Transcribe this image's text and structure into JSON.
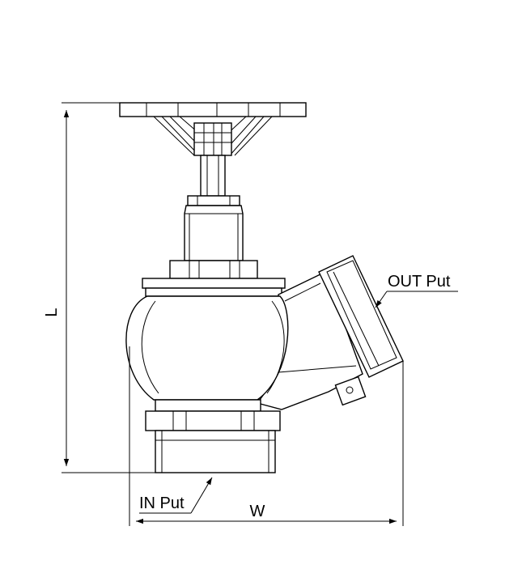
{
  "labels": {
    "out_put": "OUT Put",
    "in_put": "IN Put",
    "length": "L",
    "width": "W"
  },
  "colors": {
    "line": "#000000",
    "background": "#ffffff"
  }
}
